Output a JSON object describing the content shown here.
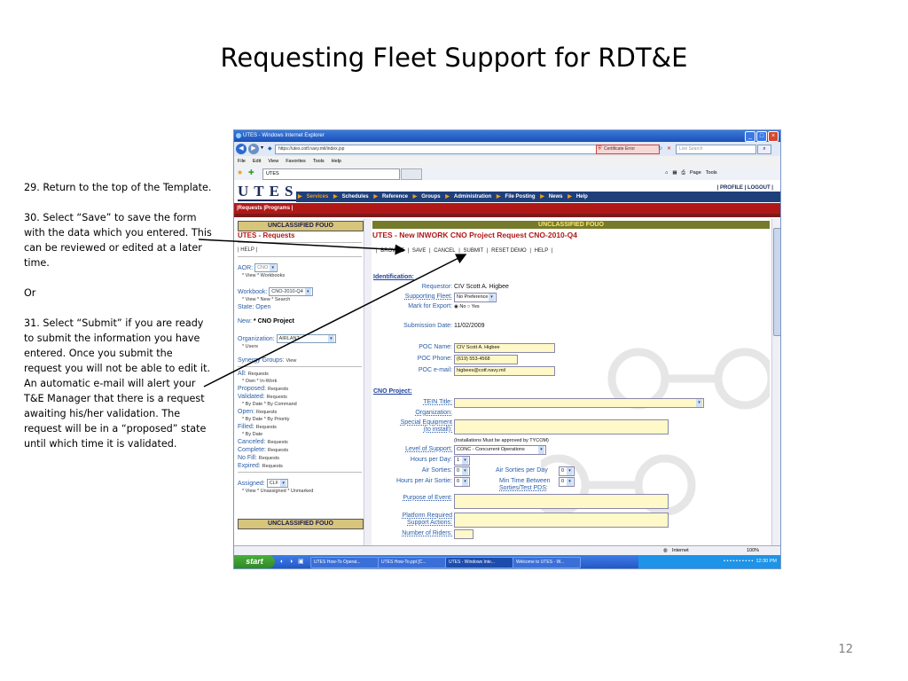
{
  "slide": {
    "title": "Requesting Fleet Support for RDT&E",
    "number": "12",
    "steps": [
      "29. Return to the top of the Template.",
      "30. Select “Save” to save the form with the data which you entered.  This can be reviewed or edited at a later time.",
      "Or",
      "31. Select “Submit” if you are ready to submit the information you have entered.   Once you submit the request you will not be able to edit it.  An automatic e-mail will alert your T&E Manager that there is a request awaiting his/her validation.  The request will be in a “proposed” state until which time it is validated."
    ]
  },
  "browser": {
    "window_title": "UTES - Windows Internet Explorer",
    "url": "https://utes.cotf.navy.mil/index.jsp",
    "certificate": "Certificate Error",
    "search_placeholder": "Live Search",
    "menu": [
      "File",
      "Edit",
      "View",
      "Favorites",
      "Tools",
      "Help"
    ],
    "tab": "UTES",
    "commands": [
      "Page",
      "Tools"
    ],
    "status_zone": "Internet",
    "zoom": "100%"
  },
  "utes": {
    "logo": "UTES",
    "nav": [
      "Services",
      "Schedules",
      "Reference",
      "Groups",
      "Administration",
      "File Posting",
      "News",
      "Help"
    ],
    "profile": "PROFILE",
    "logout": "LOGOUT",
    "subnav": "|Requests |Programs |",
    "classification": "UNCLASSIFIED FOUO"
  },
  "left": {
    "title": "UTES - Requests",
    "help": "| HELP |",
    "aor_label": "AOR:",
    "aor_value": "CNO",
    "aor_links": "* View    * Workbooks",
    "workbook_label": "Workbook:",
    "workbook_value": "CNO-2010-Q4",
    "workbook_links": "* View    * New    * Search",
    "state_label": "State:",
    "state_value": "Open",
    "new_label": "New:",
    "new_value": "* CNO Project",
    "org_label": "Organization:",
    "org_value": "AIRLANT",
    "org_links": "* Users",
    "synergy_label": "Synergy Groups:",
    "synergy_link": "View",
    "all_label": "All:",
    "all_value": "Requests",
    "all_links": "* Own    * In-Work",
    "proposed_label": "Proposed:",
    "proposed_value": "Requests",
    "validated_label": "Validated:",
    "validated_value": "Requests",
    "validated_links": "* By Date    * By Command",
    "open_label": "Open:",
    "open_value": "Requests",
    "open_links": "* By Date    * By Priority",
    "filled_label": "Filled:",
    "filled_value": "Requests",
    "filled_links": "* By Date",
    "canceled_label": "Canceled:",
    "canceled_value": "Requests",
    "complete_label": "Complete:",
    "complete_value": "Requests",
    "nofill_label": "No Fill:",
    "nofill_value": "Requests",
    "expired_label": "Expired:",
    "expired_value": "Requests",
    "assigned_label": "Assigned:",
    "assigned_value": "CLF",
    "assigned_links": "* View    * Unassigned    * Unmarked"
  },
  "form": {
    "title": "UTES - New INWORK CNO Project Request CNO-2010-Q4",
    "actions": [
      "BROWSE",
      "SAVE",
      "CANCEL",
      "SUBMIT",
      "RESET DEMO",
      "HELP"
    ],
    "identification": "Identification:",
    "requestor_label": "Requestor:",
    "requestor_value": "CIV Scott A. Higbee",
    "fleet_label": "Supporting Fleet:",
    "fleet_value": "No Preference",
    "export_label": "Mark for Export:",
    "export_no": "No",
    "export_yes": "Yes",
    "submission_label": "Submission Date:",
    "submission_value": "11/02/2009",
    "poc_name_label": "POC Name:",
    "poc_name_value": "CIV Scott A. Higbee",
    "poc_phone_label": "POC Phone:",
    "poc_phone_value": "(619) 553-4568",
    "poc_email_label": "POC e-mail:",
    "poc_email_value": "higbees@cotf.navy.mil",
    "cno_project": "CNO Project:",
    "tein_label": "TEIN Title:",
    "organization_label": "Organization:",
    "special_label_1": "Special Equipment",
    "special_label_2": "(to install):",
    "installations_note": "(Installations Must be approved by TYCOM)",
    "level_label": "Level of Support:",
    "level_value": "CONC - Concurrent Operations",
    "hours_label": "Hours per Day:",
    "hours_value": "1",
    "air_sorties_label": "Air Sorties:",
    "air_sorties_value": "0",
    "air_sorties_day_label": "Air Sorties per Day",
    "air_sorties_day_value": "0",
    "hours_sortie_label": "Hours per Air Sortie:",
    "hours_sortie_value": "0",
    "min_time_label_1": "Min Time Between",
    "min_time_label_2": "Sorties/Test PDS:",
    "min_time_value": "0",
    "purpose_label": "Purpose of Event:",
    "platform_label_1": "Platform Required",
    "platform_label_2": "Support Actions:",
    "riders_label": "Number of Riders:"
  },
  "taskbar": {
    "start": "start",
    "tasks": [
      "UTES How-To Operat...",
      "UTES How-To.ppt [C...",
      "UTES - Windows Inte...",
      "Welcome to UTES - W..."
    ],
    "clock": "12:30 PM"
  },
  "colors": {
    "utes_navy": "#1f3f7a",
    "utes_red": "#b01818",
    "classification_olive": "#757b2a",
    "classification_tan": "#d7c57b",
    "field_yellow": "#fff8c8",
    "label_blue": "#2a5da8"
  }
}
